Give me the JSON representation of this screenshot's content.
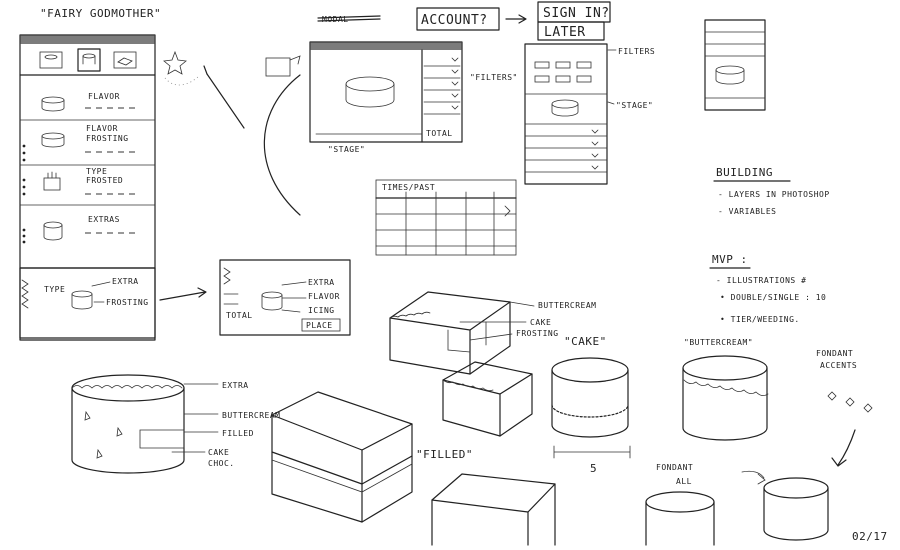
{
  "title": "\"FAIRY GODMOTHER\"",
  "top_nav": {
    "crossed": "MODAL",
    "account": "ACCOUNT?",
    "sign_in": "SIGN IN?",
    "later": "LATER"
  },
  "panel_steps": [
    {
      "label": "FLAVOR"
    },
    {
      "label": "FLAVOR"
    },
    {
      "label": "FROSTING"
    },
    {
      "label": "TYPE"
    },
    {
      "label": "FROSTED"
    },
    {
      "label": "EXTRAS"
    }
  ],
  "panel_bottom": {
    "type": "TYPE",
    "extra": "EXTRA",
    "frosting": "FROSTING"
  },
  "card_small": {
    "extra": "EXTRA",
    "flavor": "FLAVOR",
    "icing": "ICING",
    "total": "TOTAL",
    "place": "PLACE"
  },
  "wireframe": {
    "filters": "\"FILTERS\"",
    "stage": "\"STAGE\"",
    "total": "TOTAL"
  },
  "mobile": {
    "filters": "FILTERS",
    "stage": "\"STAGE\""
  },
  "timeline": {
    "label": "TIMES/PAST"
  },
  "notes": {
    "building_heading": "BUILDING",
    "building_items": [
      "- LAYERS IN PHOTOSHOP",
      "- VARIABLES"
    ],
    "mvp_heading": "MVP :",
    "mvp_items": [
      "- ILLUSTRATIONS #",
      "• DOUBLE/SINGLE : 10",
      "• TIER/WEEDING."
    ]
  },
  "cake_labels": {
    "buttercream": "BUTTERCREAM",
    "cake": "CAKE",
    "frosting": "FROSTING",
    "cake_quote": "\"CAKE\"",
    "buttercream_quote": "\"BUTTERCREAM\"",
    "fondant_accents_1": "FONDANT",
    "fondant_accents_2": "ACCENTS",
    "extra": "EXTRA",
    "buttercream2": "BUTTERCREAM",
    "filled": "FILLED",
    "cake_choc_1": "CAKE",
    "cake_choc_2": "CHOC.",
    "filled_quote": "\"FILLED\"",
    "fondant_all_1": "FONDANT",
    "fondant_all_2": "ALL",
    "size": "5"
  },
  "page_number": "02/17"
}
